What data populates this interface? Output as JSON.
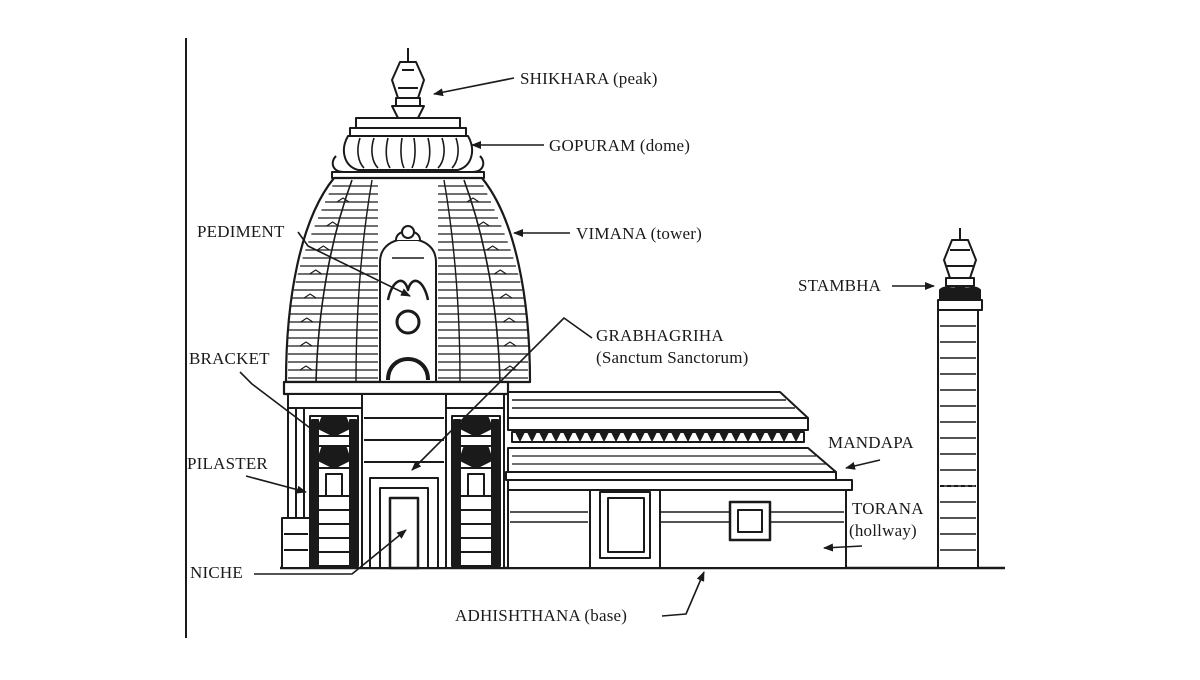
{
  "labels": {
    "shikhara": "SHIKHARA (peak)",
    "gopuram": "GOPURAM (dome)",
    "vimana": "VIMANA (tower)",
    "pediment": "PEDIMENT",
    "stambha": "STAMBHA",
    "grabhagriha": "GRABHAGRIHA",
    "grabhagriha_sub": "(Sanctum Sanctorum)",
    "bracket": "BRACKET",
    "pilaster": "PILASTER",
    "mandapa": "MANDAPA",
    "torana": "TORANA",
    "torana_sub": "(hollway)",
    "niche": "NICHE",
    "adhishthana": "ADHISHTHANA (base)"
  },
  "colors": {
    "ink": "#1a1a1a",
    "paper": "#ffffff"
  }
}
